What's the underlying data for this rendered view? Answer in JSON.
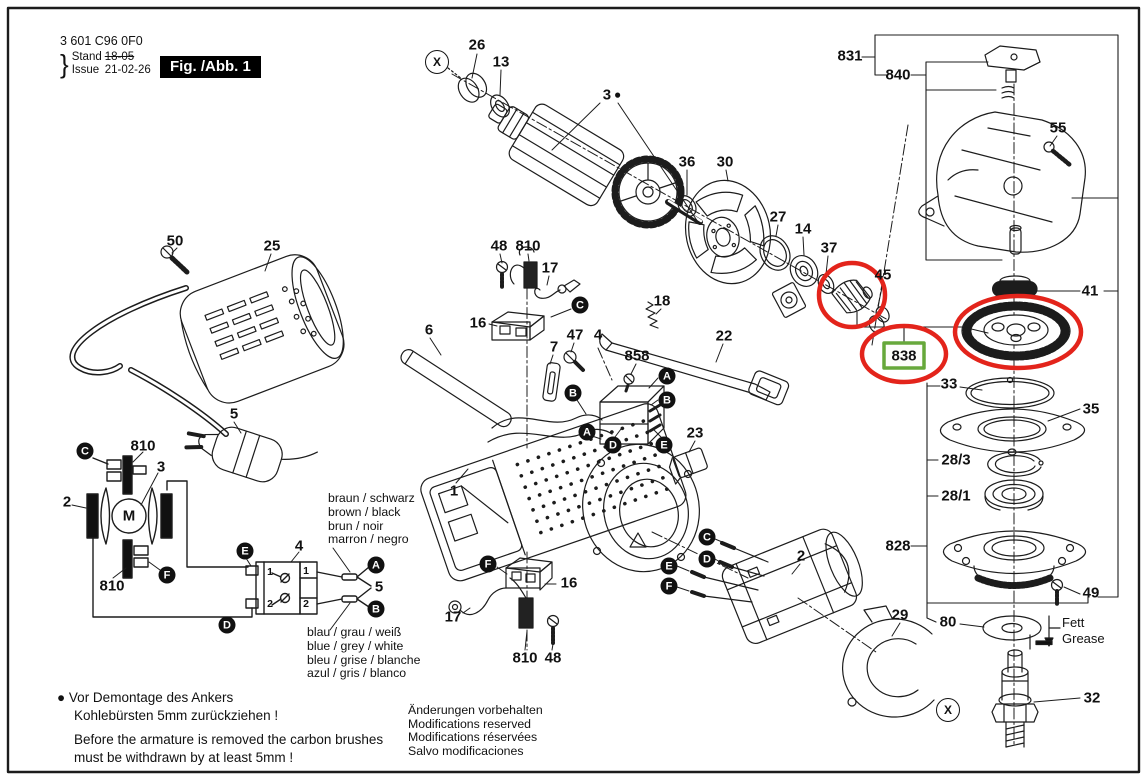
{
  "header": {
    "part_number": "3 601 C96 0F0",
    "stand_label": "Stand",
    "issue_label": "Issue",
    "brace": "}",
    "stand_value": "18-05",
    "issue_value": "21-02-26",
    "fig_badge": "Fig. /Abb. 1"
  },
  "refs": {
    "n1": "1",
    "n2": "2",
    "n3": "3",
    "n4": "4",
    "n5": "5",
    "n6": "6",
    "n7": "7",
    "n13": "13",
    "n14": "14",
    "n16": "16",
    "n17": "17",
    "n18": "18",
    "n22": "22",
    "n23": "23",
    "n25": "25",
    "n26": "26",
    "n27": "27",
    "n28_1": "28/1",
    "n28_3": "28/3",
    "n29": "29",
    "n30": "30",
    "n32": "32",
    "n33": "33",
    "n35": "35",
    "n36": "36",
    "n37": "37",
    "n41": "41",
    "n45": "45",
    "n47": "47",
    "n48": "48",
    "n49": "49",
    "n50": "50",
    "n55": "55",
    "n80": "80",
    "n810": "810",
    "n828": "828",
    "n831": "831",
    "n838": "838",
    "n840": "840",
    "n858": "858",
    "dot": "●",
    "x_marker": "X",
    "motor": "M",
    "c1": "1",
    "c2": "2"
  },
  "letters": {
    "a": "A",
    "b": "B",
    "c": "C",
    "d": "D",
    "e": "E",
    "f": "F"
  },
  "grease": {
    "de": "Fett",
    "en": "Grease"
  },
  "wire_colors": {
    "brown": [
      "braun / schwarz",
      "brown / black",
      "brun / noir",
      "marron / negro"
    ],
    "blue": [
      "blau / grau / weiß",
      "blue / grey / white",
      "bleu / grise / blanche",
      "azul / gris / blanco"
    ]
  },
  "notes": {
    "bullet": "●",
    "de1": "Vor Demontage des Ankers",
    "de2": "Kohlebürsten 5mm zurückziehen !",
    "en1": "Before the armature is removed the carbon brushes",
    "en2": "must be withdrawn by at least 5mm !"
  },
  "footer": {
    "l1": "Änderungen vorbehalten",
    "l2": "Modifications reserved",
    "l3": "Modifications réservées",
    "l4": "Salvo modificaciones"
  },
  "highlight": {
    "red": "#e3241b",
    "green": "#66a83a"
  }
}
